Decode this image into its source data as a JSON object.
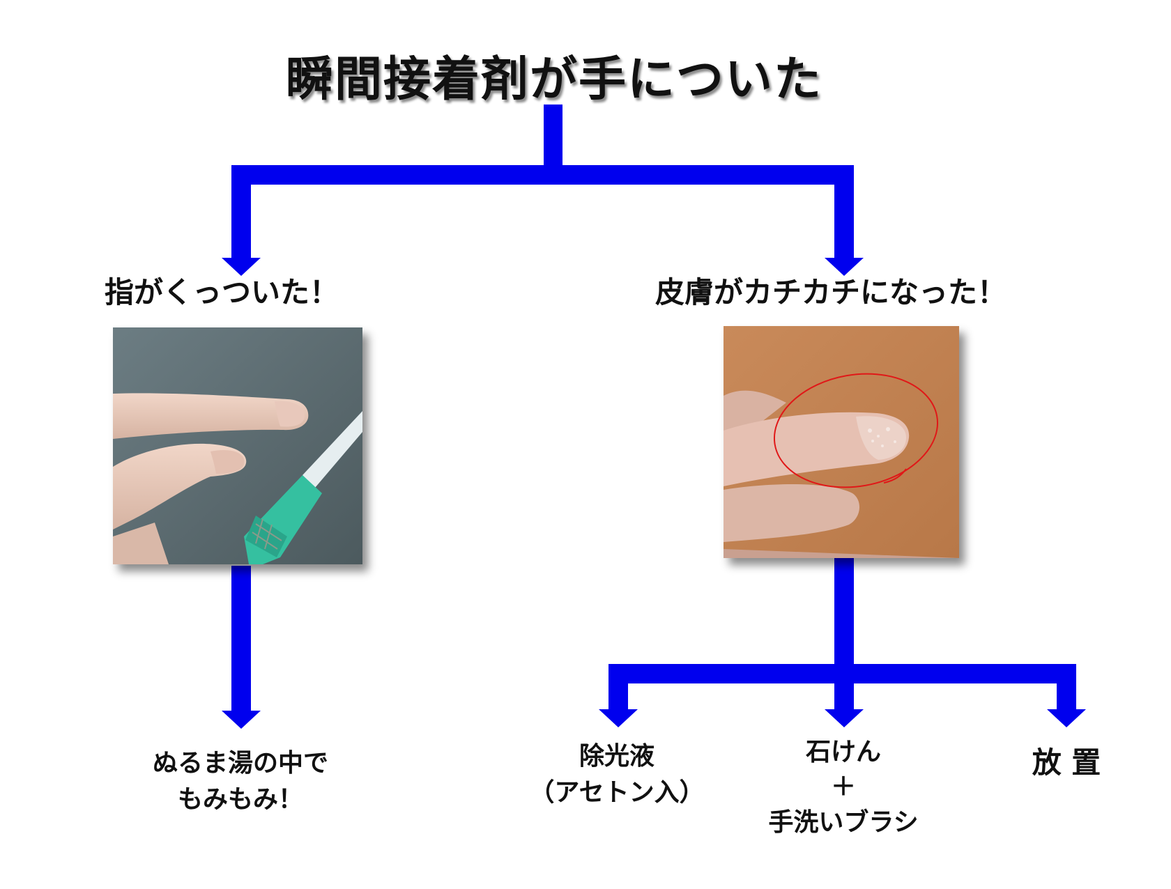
{
  "title": "瞬間接着剤が手についた",
  "colors": {
    "connector": "#0000ee",
    "text": "#111111",
    "title_shadow": "rgba(0,0,0,0.45)"
  },
  "branches": {
    "left": {
      "heading": "指がくっついた！",
      "photo": "two-fingers-glued-near-glue-tube",
      "remedy": "ぬるま湯の中で\nもみもみ！"
    },
    "right": {
      "heading": "皮膚がカチカチになった！",
      "photo": "hardened-fingertip-circled-in-red",
      "remedies": [
        {
          "label": "除光液\n（アセトン入）"
        },
        {
          "label": "石けん\n＋\n手洗いブラシ"
        },
        {
          "label": "放 置"
        }
      ]
    }
  }
}
